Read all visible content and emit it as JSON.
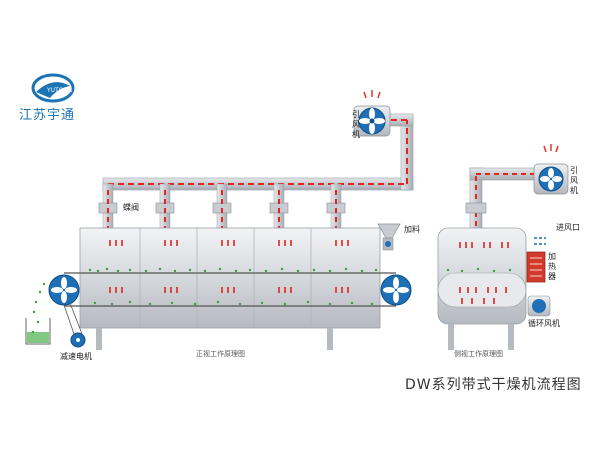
{
  "brand": {
    "name": "江苏宇通",
    "logo_text": "YUTONG"
  },
  "diagram": {
    "title": "DW系列带式干燥机流程图",
    "front_view_caption": "正视工作原理图",
    "side_view_caption": "侧视工作原理图",
    "labels": {
      "fan_front": "引风机",
      "fan_side": "引风机",
      "damper": "蝶阀",
      "feed": "加料",
      "motor": "减速电机",
      "air_inlet": "进风口",
      "heater": "加热器",
      "circulation_fan": "循环风机"
    }
  },
  "colors": {
    "pipe": "#c9ccd2",
    "flow": "#e0261e",
    "fan_blue": "#1e6fb5",
    "material": "#3aa03a",
    "logo": "#1a74b6"
  }
}
